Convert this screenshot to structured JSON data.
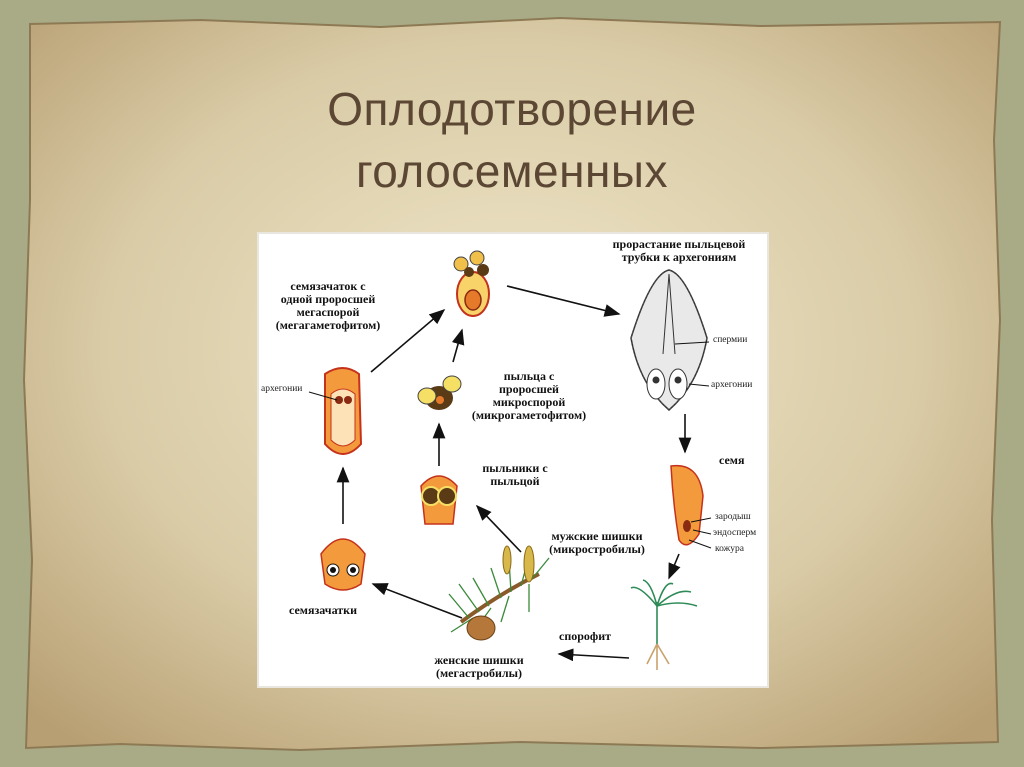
{
  "slide": {
    "title_line1": "Оплодотворение",
    "title_line2": "голосеменных"
  },
  "colors": {
    "parchment": "#d9cba6",
    "title_text": "#5b4733",
    "slide_background": "#a9ab86",
    "orange_fill": "#f39a3c",
    "red_outline": "#c4321c"
  },
  "diagram": {
    "ovule_label": [
      "семязачаток с",
      "одной проросшей",
      "мегаспорой",
      "(мегагаметофитом)"
    ],
    "archegonia_left": "архегонии",
    "pollen_tube_label": [
      "прорастание пыльцевой",
      "трубки к архегониям"
    ],
    "sperm_label": "спермии",
    "archegonia_right": "архегонии",
    "pollen_label": [
      "пыльца с",
      "проросшей",
      "микроспорой",
      "(микрогаметофитом)"
    ],
    "anthers_label": [
      "пыльники с",
      "пыльцой"
    ],
    "seed_label": "семя",
    "embryo_label": "зародыш",
    "endosperm_label": "эндосперм",
    "seed_coat_label": "кожура",
    "male_cones_label": [
      "мужские шишки",
      "(микростробилы)"
    ],
    "ovules_label": "семязачатки",
    "sporophyte_label": "спорофит",
    "female_cones_label": [
      "женские шишки",
      "(мегастробилы)"
    ]
  }
}
